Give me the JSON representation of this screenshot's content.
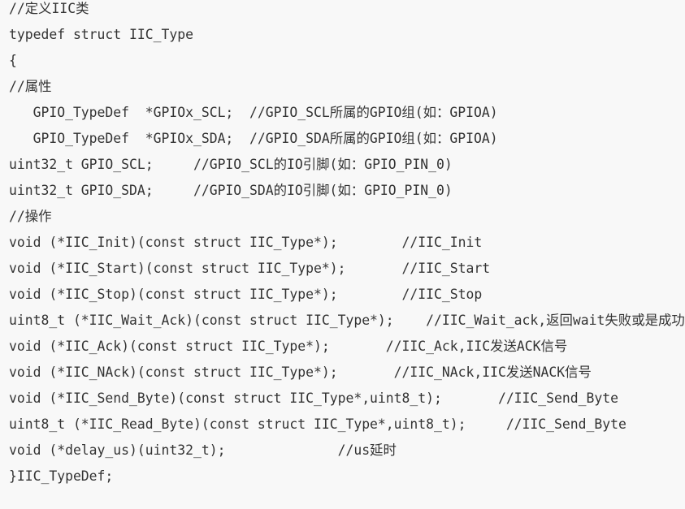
{
  "code": {
    "lines": [
      "//定义IIC类",
      "typedef struct IIC_Type",
      "{",
      "//属性",
      "   GPIO_TypeDef  *GPIOx_SCL;  //GPIO_SCL所属的GPIO组(如：GPIOA)",
      "   GPIO_TypeDef  *GPIOx_SDA;  //GPIO_SDA所属的GPIO组(如：GPIOA)",
      "uint32_t GPIO_SCL;     //GPIO_SCL的IO引脚(如：GPIO_PIN_0)",
      "uint32_t GPIO_SDA;     //GPIO_SDA的IO引脚(如：GPIO_PIN_0)",
      "//操作",
      "void (*IIC_Init)(const struct IIC_Type*);        //IIC_Init",
      "void (*IIC_Start)(const struct IIC_Type*);       //IIC_Start",
      "void (*IIC_Stop)(const struct IIC_Type*);        //IIC_Stop",
      "uint8_t (*IIC_Wait_Ack)(const struct IIC_Type*);    //IIC_Wait_ack,返回wait失败或是成功",
      "void (*IIC_Ack)(const struct IIC_Type*);       //IIC_Ack,IIC发送ACK信号",
      "void (*IIC_NAck)(const struct IIC_Type*);       //IIC_NAck,IIC发送NACK信号",
      "void (*IIC_Send_Byte)(const struct IIC_Type*,uint8_t);       //IIC_Send_Byte",
      "uint8_t (*IIC_Read_Byte)(const struct IIC_Type*,uint8_t);     //IIC_Send_Byte",
      "void (*delay_us)(uint32_t);              //us延时",
      "}IIC_TypeDef;"
    ]
  }
}
